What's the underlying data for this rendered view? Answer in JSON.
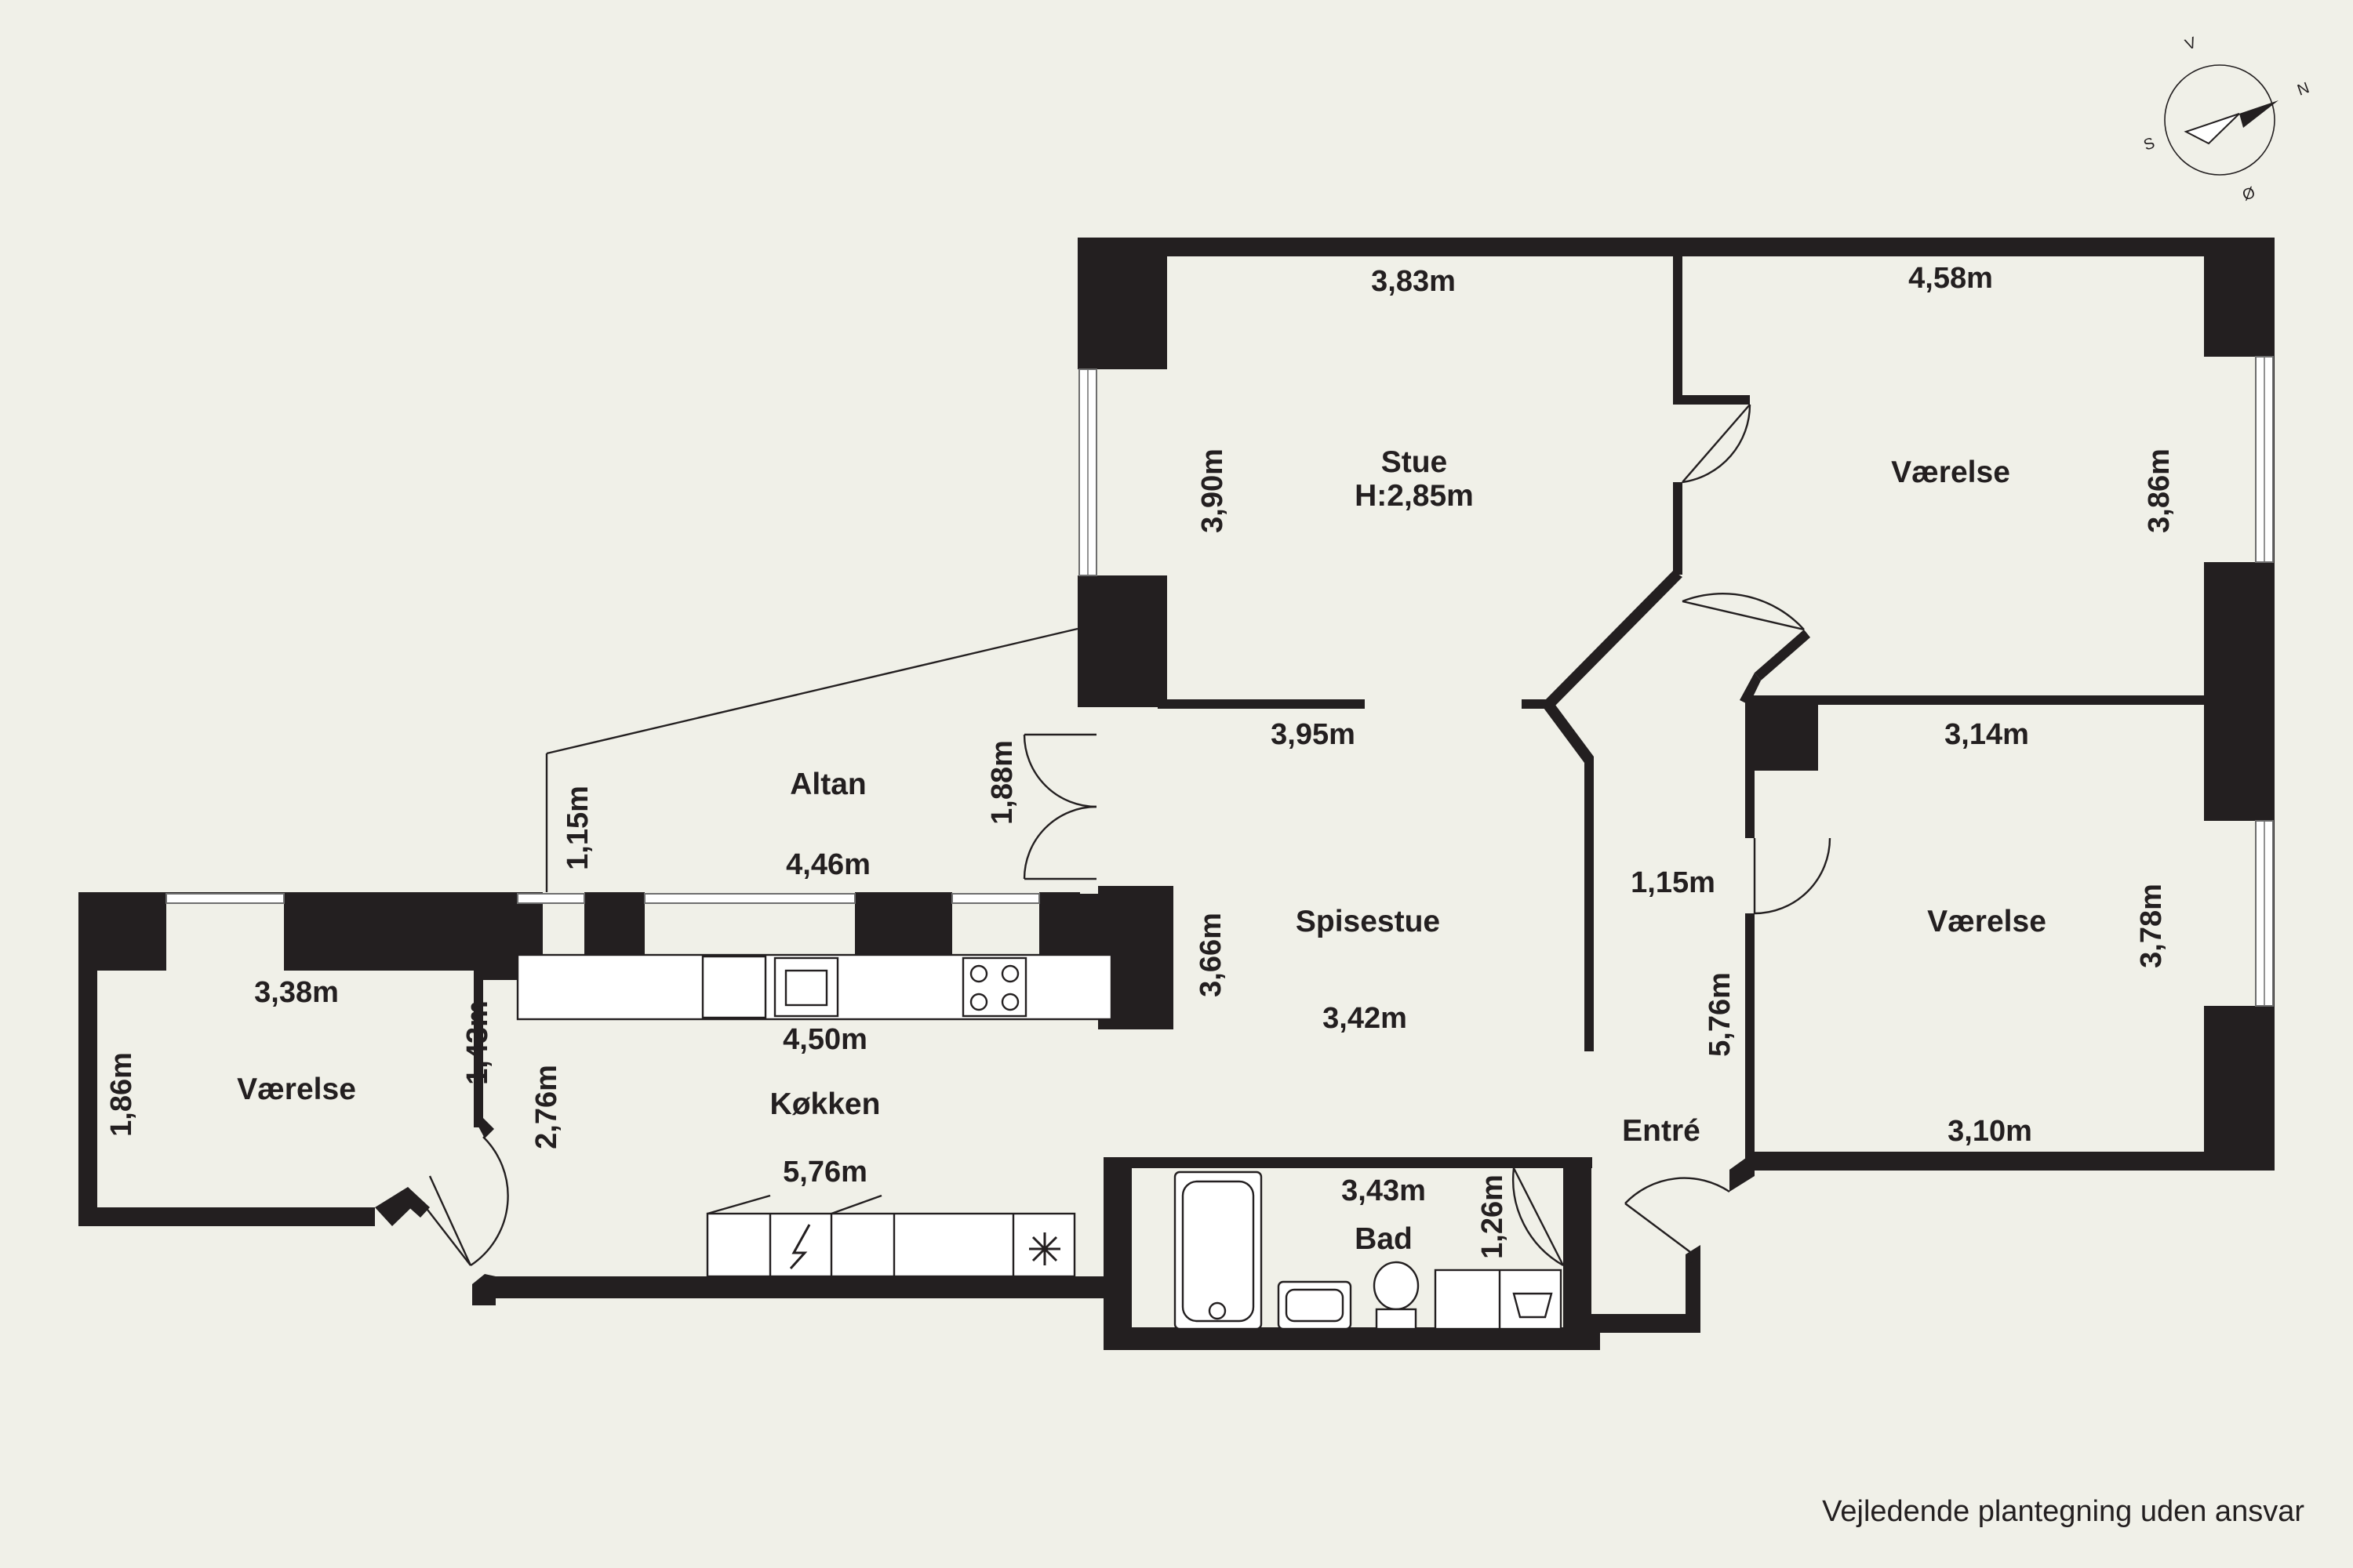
{
  "compass": {
    "north": "N",
    "east": "Ø",
    "south": "S",
    "west": "V"
  },
  "rooms": {
    "stue": "Stue",
    "stue_height": "H:2,85m",
    "vaerelse_top_right": "Værelse",
    "vaerelse_right": "Værelse",
    "vaerelse_left": "Værelse",
    "altan": "Altan",
    "spisestue": "Spisestue",
    "koekken": "Køkken",
    "entre": "Entré",
    "bad": "Bad"
  },
  "dimensions": {
    "stue_width": "3,83m",
    "stue_depth": "3,90m",
    "vaerelse_tr_width": "4,58m",
    "vaerelse_tr_depth": "3,86m",
    "spisestue_top": "3,95m",
    "altan_depth": "1,88m",
    "altan_side": "1,15m",
    "altan_width": "4,46m",
    "spisestue_depth": "3,66m",
    "spisestue_width": "3,42m",
    "hall_width": "1,15m",
    "vaerelse_r_width_top": "3,14m",
    "vaerelse_r_depth": "3,78m",
    "vaerelse_r_width_bottom": "3,10m",
    "entre_length": "5,76m",
    "vaerelse_l_width": "3,38m",
    "vaerelse_l_depth": "1,86m",
    "vaerelse_l_side": "1,43m",
    "koekken_side": "2,76m",
    "koekken_top": "4,50m",
    "koekken_length": "5,76m",
    "bad_width": "3,43m",
    "bad_depth": "1,26m"
  },
  "disclaimer": "Vejledende plantegning uden ansvar"
}
